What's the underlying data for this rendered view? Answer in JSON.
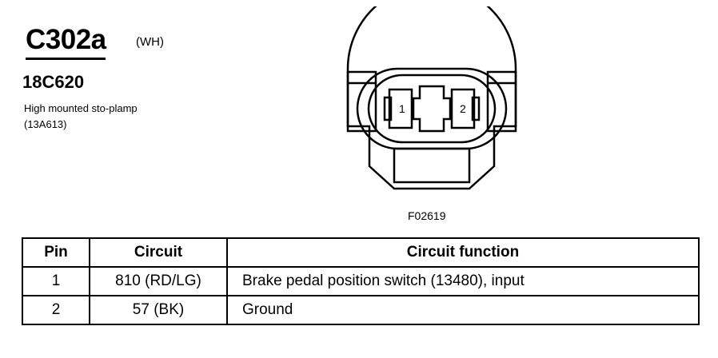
{
  "connector": {
    "id": "C302a",
    "color_code": "(WH)",
    "part_number": "18C620",
    "description": "High mounted sto-plamp (13A613)"
  },
  "diagram": {
    "figure_id": "F02619",
    "pin_labels": [
      "1",
      "2"
    ]
  },
  "table": {
    "headers": [
      "Pin",
      "Circuit",
      "Circuit function"
    ],
    "rows": [
      [
        "1",
        "810 (RD/LG)",
        "Brake pedal position switch (13480), input"
      ],
      [
        "2",
        "57 (BK)",
        "Ground"
      ]
    ]
  }
}
